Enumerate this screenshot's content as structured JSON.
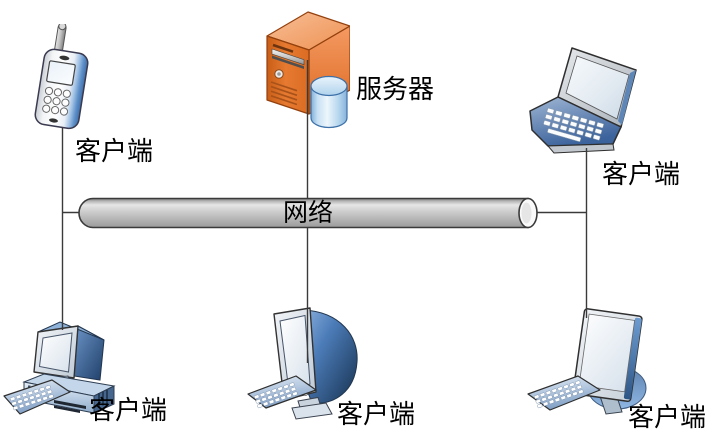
{
  "diagram": {
    "background": "#FFFFFF",
    "network_bus": {
      "label": "网络"
    },
    "nodes": [
      {
        "id": "client-phone",
        "type": "mobile-phone",
        "label": "客户端",
        "position": "top-left"
      },
      {
        "id": "server",
        "type": "server-tower-with-database",
        "label": "服务器",
        "position": "top-center"
      },
      {
        "id": "client-laptop",
        "type": "laptop",
        "label": "客户端",
        "position": "top-right"
      },
      {
        "id": "client-desktop",
        "type": "desktop-pc",
        "label": "客户端",
        "position": "bottom-left"
      },
      {
        "id": "client-crt",
        "type": "crt-monitor",
        "label": "客户端",
        "position": "bottom-center"
      },
      {
        "id": "client-lcd",
        "type": "lcd-monitor",
        "label": "客户端",
        "position": "bottom-right"
      }
    ],
    "colors": {
      "server_orange": "#E57A2E",
      "device_blue": "#4E7FB8",
      "database_blue": "#BCD8EF",
      "pipe_fill": "#C0C0C0",
      "connector": "#3A3A3A",
      "text": "#000000"
    }
  }
}
